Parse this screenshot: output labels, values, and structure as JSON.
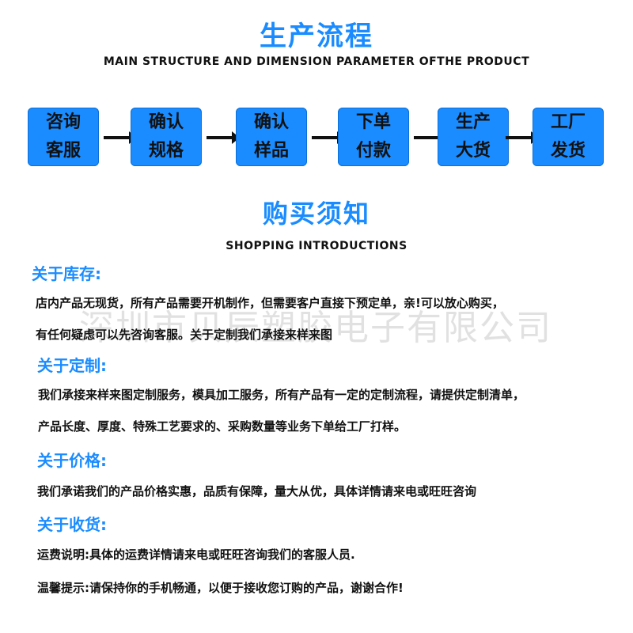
{
  "header": {
    "title_cn": "生产流程",
    "title_en": "MAIN STRUCTURE AND DIMENSION PARAMETER OFTHE PRODUCT"
  },
  "flow": {
    "steps": [
      {
        "line1": "咨询",
        "line2": "客服"
      },
      {
        "line1": "确认",
        "line2": "规格"
      },
      {
        "line1": "确认",
        "line2": "样品"
      },
      {
        "line1": "下单",
        "line2": "付款"
      },
      {
        "line1": "生产",
        "line2": "大货"
      },
      {
        "line1": "工厂",
        "line2": "发货"
      }
    ],
    "colors": {
      "box": "#1a8cff",
      "arrow": "#111111"
    }
  },
  "shopping": {
    "title_cn": "购买须知",
    "title_en": "SHOPPING INTRODUCTIONS"
  },
  "sections": {
    "stock": {
      "heading": "关于库存:",
      "lines": [
        "店内产品无现货，所有产品需要开机制作，但需要客户直接下预定单，亲!可以放心购买，",
        "有任何疑虑可以先咨询客服。关于定制我们承接来样来图"
      ]
    },
    "custom": {
      "heading": "关于定制:",
      "lines": [
        "我们承接来样来图定制服务，模具加工服务，所有产品有一定的定制流程，请提供定制清单，",
        "产品长度、厚度、特殊工艺要求的、采购数量等业务下单给工厂打样。"
      ]
    },
    "price": {
      "heading": "关于价格:",
      "lines": [
        "我们承诺我们的产品价格实惠，品质有保障，量大从优，具体详情请来电或旺旺咨询"
      ]
    },
    "receipt": {
      "heading": "关于收货:",
      "lines": [
        "运费说明:具体的运费详情请来电或旺旺咨询我们的客服人员.",
        "温馨提示:请保持你的手机畅通，以便于接收您订购的产品，谢谢合作!"
      ]
    }
  },
  "watermark": "深圳市贝辰塑胶电子有限公司"
}
